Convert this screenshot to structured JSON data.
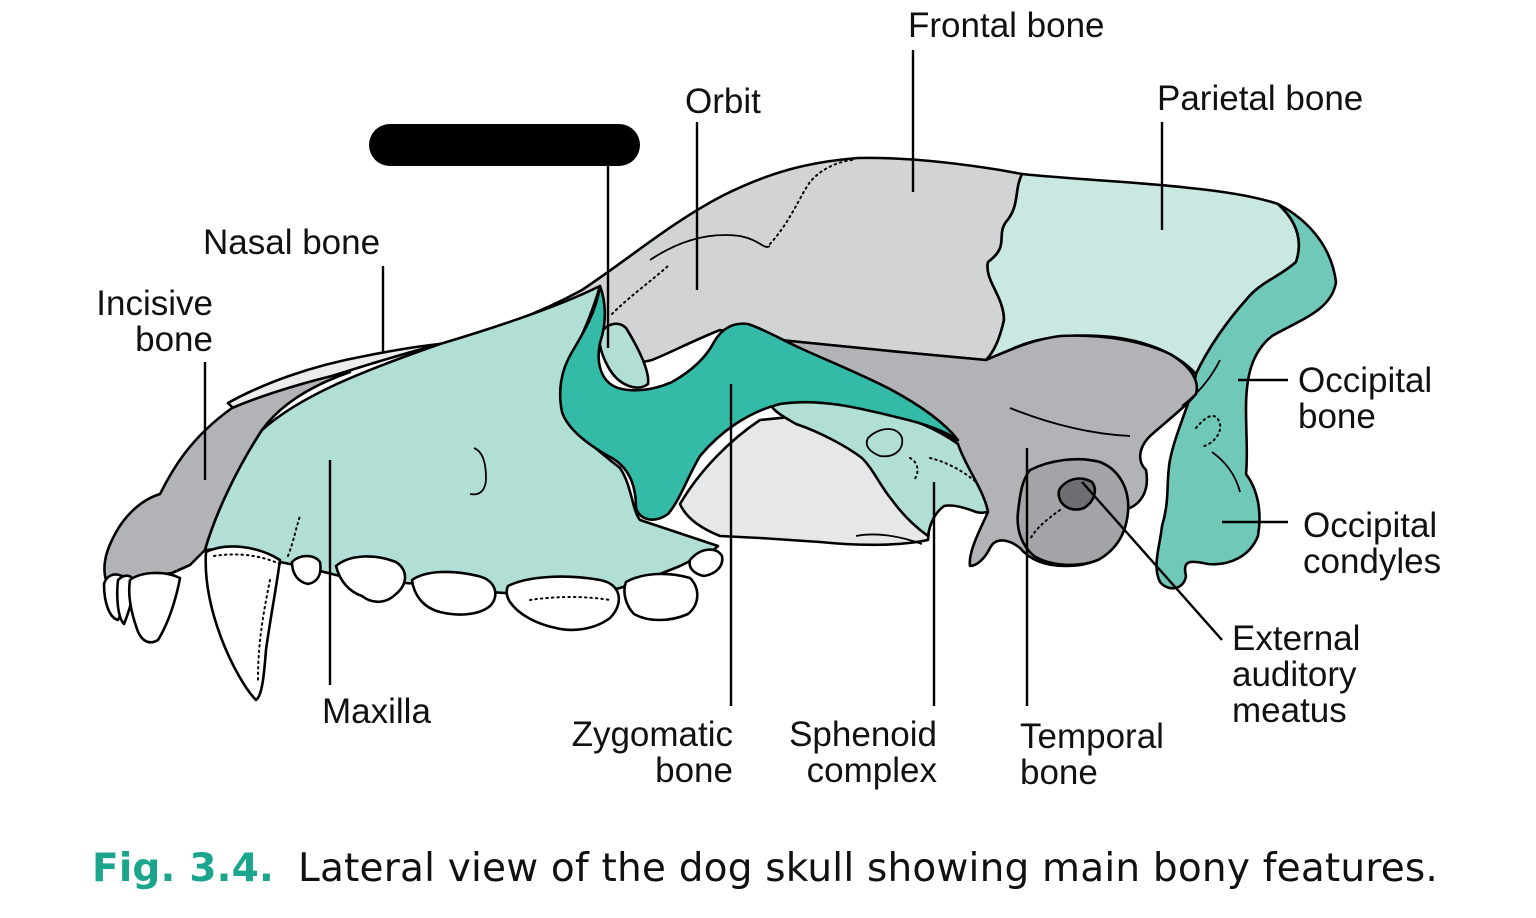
{
  "figure": {
    "label_number": "Fig. 3.4.",
    "caption_text": "Lateral view of the dog skull showing main bony features."
  },
  "labels": {
    "frontal_bone": "Frontal bone",
    "orbit": "Orbit",
    "parietal_bone": "Parietal bone",
    "nasal_bone": "Nasal bone",
    "incisive_bone_line1": "Incisive",
    "incisive_bone_line2": "bone",
    "occipital_bone_line1": "Occipital",
    "occipital_bone_line2": "bone",
    "occipital_condyles_line1": "Occipital",
    "occipital_condyles_line2": "condyles",
    "external_auditory_meatus_line1": "External",
    "external_auditory_meatus_line2": "auditory",
    "external_auditory_meatus_line3": "meatus",
    "maxilla": "Maxilla",
    "zygomatic_bone_line1": "Zygomatic",
    "zygomatic_bone_line2": "bone",
    "sphenoid_complex_line1": "Sphenoid",
    "sphenoid_complex_line2": "complex",
    "temporal_bone_line1": "Temporal",
    "temporal_bone_line2": "bone"
  },
  "colors": {
    "light_gray_bone": "#d1d3d4",
    "mid_gray_bone": "#b1b3b6",
    "dark_gray_bone": "#a2a4a7",
    "pale_teal_bone": "#b1dfd6",
    "very_pale_teal_bone": "#c8e8e1",
    "mid_teal_bone": "#6fc8b8",
    "teal_bone": "#33bba8",
    "caption_accent": "#1aa58c",
    "redaction_bar": "#000000"
  }
}
